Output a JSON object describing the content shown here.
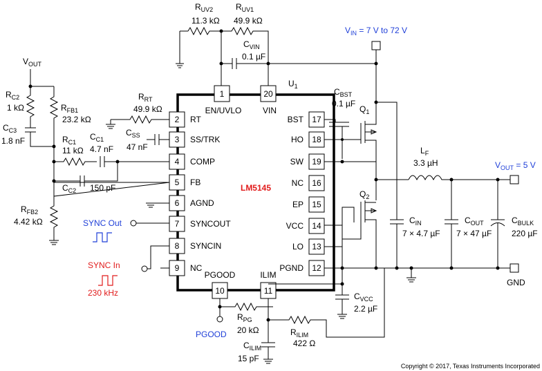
{
  "diagram": {
    "ic": {
      "ref": "U",
      "ref_sub": "1",
      "part": "LM5145",
      "pins": [
        {
          "num": "1",
          "name": "EN/UVLO"
        },
        {
          "num": "20",
          "name": "VIN"
        },
        {
          "num": "2",
          "name": "RT"
        },
        {
          "num": "3",
          "name": "SS/TRK"
        },
        {
          "num": "4",
          "name": "COMP"
        },
        {
          "num": "5",
          "name": "FB"
        },
        {
          "num": "6",
          "name": "AGND"
        },
        {
          "num": "7",
          "name": "SYNCOUT"
        },
        {
          "num": "8",
          "name": "SYNCIN"
        },
        {
          "num": "9",
          "name": "NC"
        },
        {
          "num": "17",
          "name": "BST"
        },
        {
          "num": "18",
          "name": "HO"
        },
        {
          "num": "19",
          "name": "SW"
        },
        {
          "num": "16",
          "name": "NC"
        },
        {
          "num": "15",
          "name": "EP"
        },
        {
          "num": "14",
          "name": "VCC"
        },
        {
          "num": "13",
          "name": "LO"
        },
        {
          "num": "12",
          "name": "PGND"
        },
        {
          "num": "10",
          "name": "PGOOD"
        },
        {
          "num": "11",
          "name": "ILIM"
        }
      ]
    },
    "components": [
      {
        "id": "ruv2",
        "ref": "R",
        "sub": "UV2",
        "value": "11.3 kΩ"
      },
      {
        "id": "ruv1",
        "ref": "R",
        "sub": "UV1",
        "value": "49.9 kΩ"
      },
      {
        "id": "cvin",
        "ref": "C",
        "sub": "VIN",
        "value": "0.1 µF"
      },
      {
        "id": "rrt",
        "ref": "R",
        "sub": "RT",
        "value": "49.9 kΩ"
      },
      {
        "id": "css",
        "ref": "C",
        "sub": "SS",
        "value": "47 nF"
      },
      {
        "id": "rc2",
        "ref": "R",
        "sub": "C2",
        "value": "1 kΩ"
      },
      {
        "id": "cc3",
        "ref": "C",
        "sub": "C3",
        "value": "1.8 nF"
      },
      {
        "id": "rfb1",
        "ref": "R",
        "sub": "FB1",
        "value": "23.2 kΩ"
      },
      {
        "id": "rc1",
        "ref": "R",
        "sub": "C1",
        "value": "11 kΩ"
      },
      {
        "id": "cc1",
        "ref": "C",
        "sub": "C1",
        "value": "4.7 nF"
      },
      {
        "id": "cc2",
        "ref": "C",
        "sub": "C2",
        "value": "150 pF"
      },
      {
        "id": "rfb2",
        "ref": "R",
        "sub": "FB2",
        "value": "4.42 kΩ"
      },
      {
        "id": "cbst",
        "ref": "C",
        "sub": "BST",
        "value": "0.1 µF"
      },
      {
        "id": "lf",
        "ref": "L",
        "sub": "F",
        "value": "3.3 µH"
      },
      {
        "id": "cin",
        "ref": "C",
        "sub": "IN",
        "value": "7 × 4.7 µF"
      },
      {
        "id": "cout",
        "ref": "C",
        "sub": "OUT",
        "value": "7 × 47 µF"
      },
      {
        "id": "cbulk",
        "ref": "C",
        "sub": "BULK",
        "value": "220 µF"
      },
      {
        "id": "cvcc",
        "ref": "C",
        "sub": "VCC",
        "value": "2.2 µF"
      },
      {
        "id": "rpg",
        "ref": "R",
        "sub": "PG",
        "value": "20 kΩ"
      },
      {
        "id": "rilim",
        "ref": "R",
        "sub": "ILIM",
        "value": "422 Ω"
      },
      {
        "id": "cilim",
        "ref": "C",
        "sub": "ILIM",
        "value": "15 pF"
      }
    ],
    "q1": {
      "ref": "Q",
      "sub": "1"
    },
    "q2": {
      "ref": "Q",
      "sub": "2"
    },
    "vin_label": {
      "pre": "V",
      "sub": "IN",
      "post": " = 7 V to 72 V"
    },
    "vout_label": {
      "pre": "V",
      "sub": "OUT",
      "post": " = 5 V"
    },
    "vout_node": {
      "pre": "V",
      "sub": "OUT"
    },
    "gnd_label": "GND",
    "sync_out_label": "SYNC Out",
    "sync_in_label": "SYNC In",
    "sync_in_freq": "230 kHz",
    "pgood_label": "PGOOD",
    "copyright": "Copyright © 2017, Texas Instruments Incorporated",
    "colors": {
      "blue": "#1f3fd8",
      "red": "#e11b1b"
    }
  }
}
